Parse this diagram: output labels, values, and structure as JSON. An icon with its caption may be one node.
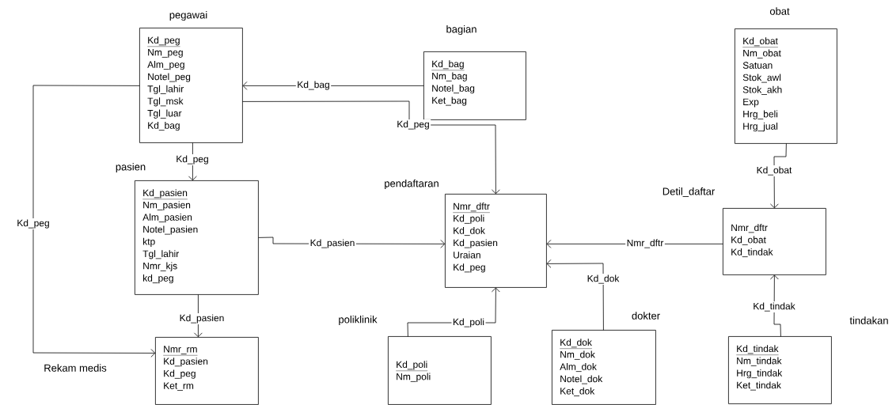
{
  "diagram": {
    "nodes": [
      {
        "text": [
          "pegawai",
          "Kd_peg",
          "Nm_peg",
          "Alm_peg",
          "Notel_peg",
          "Tgl_lahir",
          "Tgl_msk",
          "Tgl_luar",
          "Kd_bag"
        ]
      },
      {
        "text": [
          "bagian",
          "Kd_bag",
          "Nm_bag",
          "Notel_bag",
          "Ket_bag"
        ]
      },
      {
        "text": [
          "obat",
          "Kd_obat",
          "Nm_obat",
          "Satuan",
          "Stok_awl",
          "Stok_akh",
          "Exp",
          "Hrg_beli",
          "Hrg_jual"
        ]
      },
      {
        "text": [
          "pasien",
          "Kd_pasien",
          "Nm_pasien",
          "Alm_pasien",
          "Notel_pasien",
          "ktp",
          "Tgl_lahir",
          "Nmr_kjs",
          "kd_peg"
        ]
      },
      {
        "text": [
          "pendaftaran",
          "Nmr_dftr",
          "Kd_poli",
          "Kd_dok",
          "Kd_pasien",
          "Uraian",
          "Kd_peg"
        ]
      },
      {
        "text": [
          "Detil_daftar",
          "Nmr_dftr",
          "Kd_obat",
          "Kd_tindak"
        ]
      },
      {
        "text": [
          "Rekam medis",
          "Nmr_rm",
          "Kd_pasien",
          "Kd_peg",
          "Ket_rm"
        ]
      },
      {
        "text": [
          "poliklinik",
          "Kd_poli",
          "Nm_poli"
        ]
      },
      {
        "text": [
          "dokter",
          "Kd_dok",
          "Nm_dok",
          "Alm_dok",
          "Notel_dok",
          "Ket_dok"
        ]
      },
      {
        "text": [
          "tindakan",
          "Kd_tindak",
          "Nm_tindak",
          "Hrg_tindak",
          "Ket_tindak"
        ]
      }
    ],
    "edges": [
      {
        "from": 1,
        "to": 0,
        "arrow": "to",
        "label": "Kd_bag"
      },
      {
        "from": 0,
        "to": 4,
        "arrow": "to",
        "label": "Kd_peg"
      },
      {
        "from": 0,
        "to": 3,
        "arrow": "to",
        "label": "Kd_peg"
      },
      {
        "from": 0,
        "to": 6,
        "arrow": "to",
        "label": "Kd_peg"
      },
      {
        "from": 3,
        "to": 4,
        "arrow": "to",
        "label": "Kd_pasien"
      },
      {
        "from": 3,
        "to": 6,
        "arrow": "to",
        "label": "Kd_pasien"
      },
      {
        "from": 5,
        "to": 4,
        "arrow": "to",
        "label": "Nmr_dftr"
      },
      {
        "from": 2,
        "to": 5,
        "arrow": "to",
        "label": "Kd_obat"
      },
      {
        "from": 7,
        "to": 4,
        "arrow": "to",
        "label": "Kd_poli"
      },
      {
        "from": 8,
        "to": 4,
        "arrow": "to",
        "label": "Kd_dok"
      },
      {
        "from": 9,
        "to": 5,
        "arrow": "to",
        "label": "Kd_tindak"
      }
    ]
  }
}
